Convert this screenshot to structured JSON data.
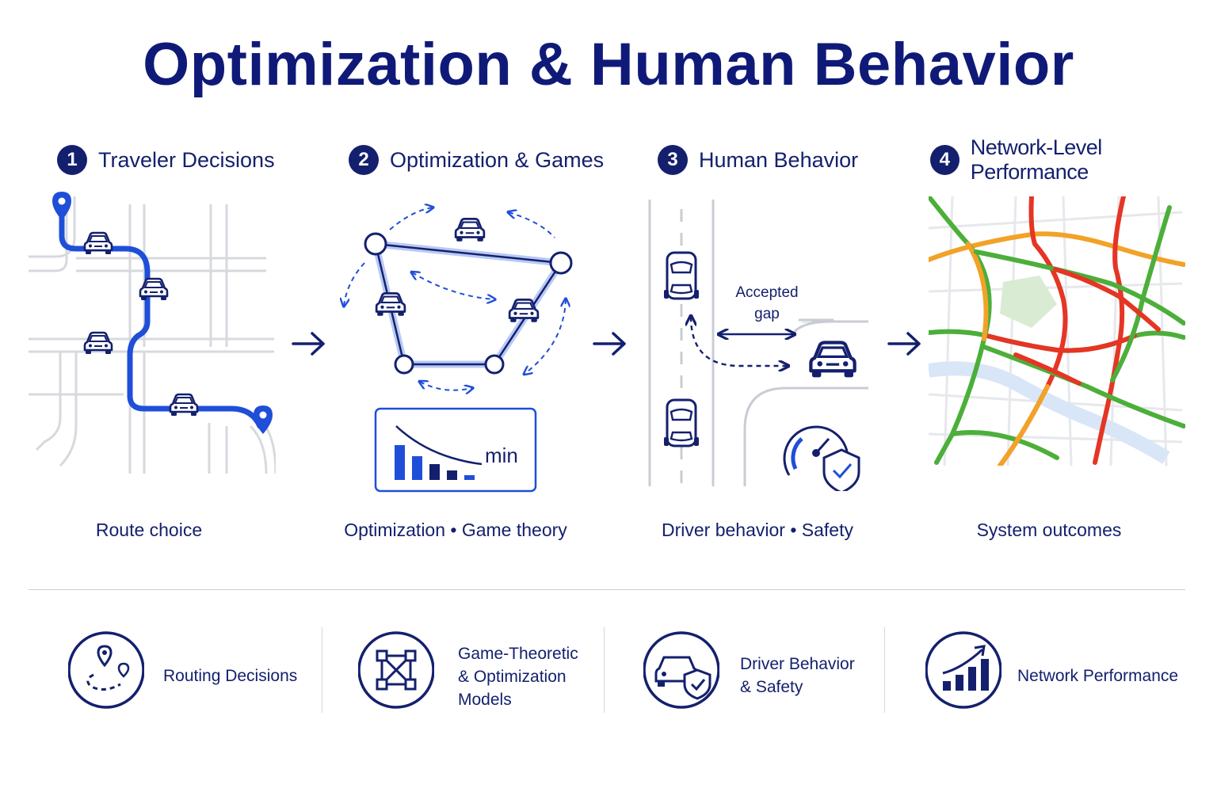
{
  "title": "Optimization & Human Behavior",
  "steps": [
    {
      "number": "1",
      "label": "Traveler Decisions",
      "caption": "Route choice"
    },
    {
      "number": "2",
      "label": "Optimization & Games",
      "caption": "Optimization • Game theory"
    },
    {
      "number": "3",
      "label": "Human Behavior",
      "caption": "Driver behavior • Safety"
    },
    {
      "number": "4",
      "label": "Network-Level Performance",
      "caption": "System outcomes"
    }
  ],
  "optimization_box": {
    "label": "min"
  },
  "gap_annotation": {
    "line1": "Accepted",
    "line2": "gap"
  },
  "legend": [
    {
      "icon": "route-pin-icon",
      "lines": [
        "Routing Decisions"
      ]
    },
    {
      "icon": "network-graph-icon",
      "lines": [
        "Game-Theoretic",
        "& Optimization",
        "Models"
      ]
    },
    {
      "icon": "car-shield-icon",
      "lines": [
        "Driver Behavior",
        "& Safety"
      ]
    },
    {
      "icon": "bar-chart-trend-icon",
      "lines": [
        "Network Performance"
      ]
    }
  ],
  "colors": {
    "navy": "#14206e",
    "route_blue": "#1f4fd8",
    "congestion_green": "#4caf3a",
    "congestion_orange": "#f2a227",
    "congestion_red": "#e53524",
    "river": "#d8e6f7",
    "park": "#d9ecd3"
  }
}
